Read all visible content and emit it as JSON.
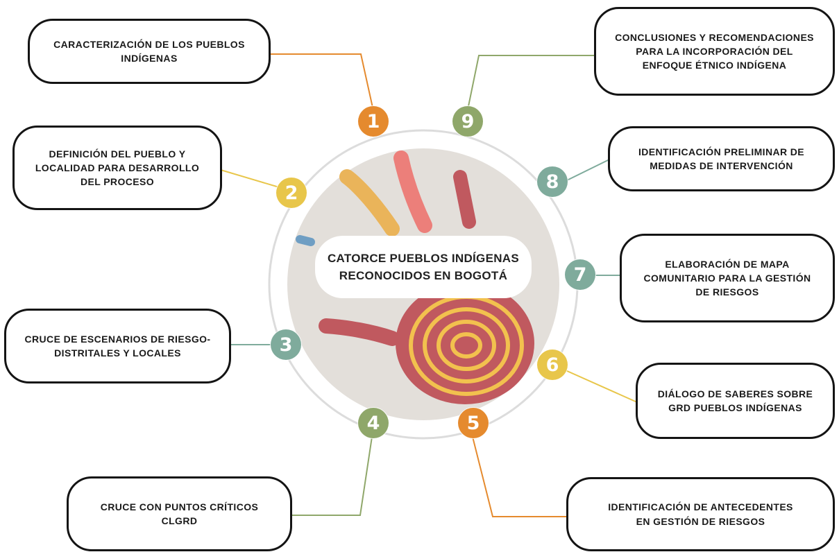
{
  "center": {
    "title": "CATORCE PUEBLOS INDÍGENAS\nRECONOCIDOS EN BOGOTÁ"
  },
  "colors": {
    "orange": "#e58a2e",
    "yellow": "#e8c64a",
    "teal": "#7fab9c",
    "green": "#8fa76a",
    "circle_bg": "#e3dfda",
    "ring": "#dcdcdc"
  },
  "steps": [
    {
      "number": "1",
      "color": "#e58a2e",
      "label": "CARACTERIZACIÓN DE LOS PUEBLOS\nINDÍGENAS"
    },
    {
      "number": "2",
      "color": "#e8c64a",
      "label": "DEFINICIÓN DEL PUEBLO Y\nLOCALIDAD PARA DESARROLLO\nDEL PROCESO"
    },
    {
      "number": "3",
      "color": "#7fab9c",
      "label": "CRUCE DE ESCENARIOS DE RIESGO-\nDISTRITALES Y LOCALES"
    },
    {
      "number": "4",
      "color": "#8fa76a",
      "label": "CRUCE CON PUNTOS CRÍTICOS\nCLGRD"
    },
    {
      "number": "5",
      "color": "#e58a2e",
      "label": "IDENTIFICACIÓN DE ANTECEDENTES\nEN GESTIÓN DE RIESGOS"
    },
    {
      "number": "6",
      "color": "#e8c64a",
      "label": "DIÁLOGO DE SABERES SOBRE\nGRD PUEBLOS INDÍGENAS"
    },
    {
      "number": "7",
      "color": "#7fab9c",
      "label": "ELABORACIÓN DE MAPA\nCOMUNITARIO PARA LA GESTIÓN\nDE RIESGOS"
    },
    {
      "number": "8",
      "color": "#7fab9c",
      "label": "IDENTIFICACIÓN PRELIMINAR DE\nMEDIDAS DE INTERVENCIÓN"
    },
    {
      "number": "9",
      "color": "#8fa76a",
      "label": "CONCLUSIONES Y RECOMENDACIONES\nPARA LA INCORPORACIÓN DEL\nENFOQUE ÉTNICO INDÍGENA"
    }
  ]
}
